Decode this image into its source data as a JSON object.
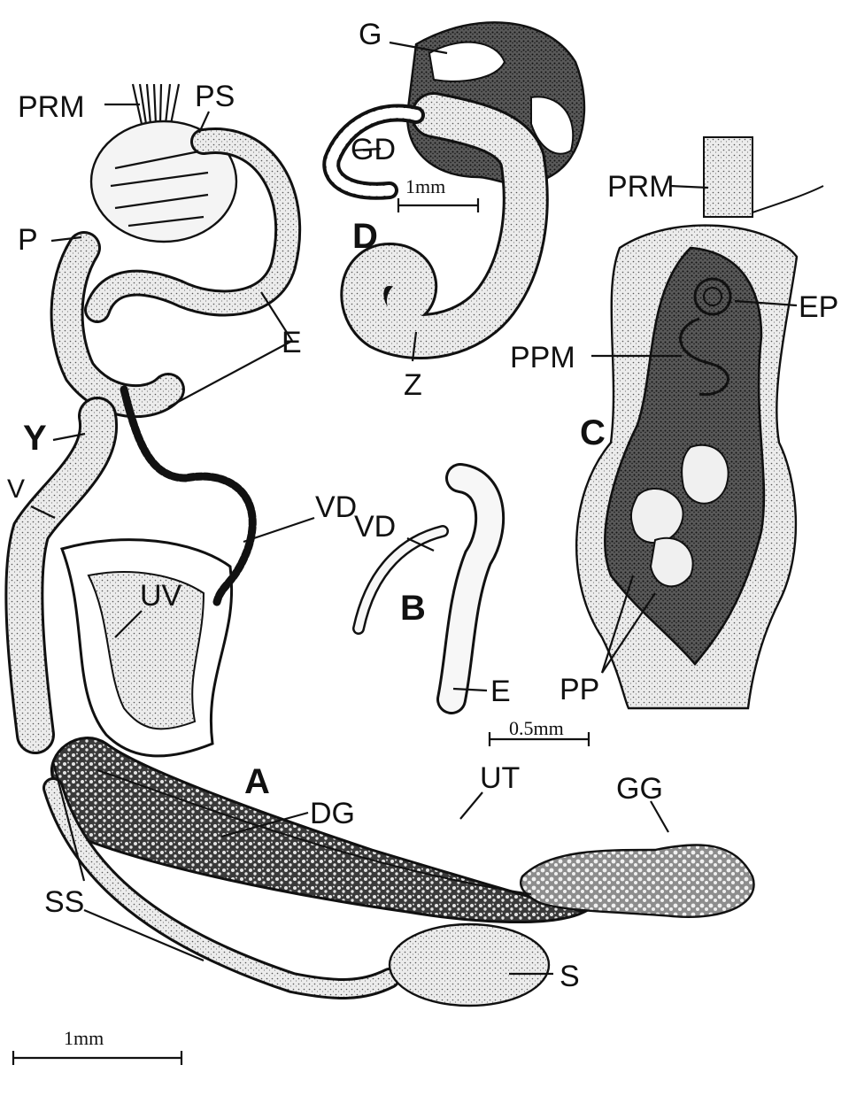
{
  "panels": {
    "A": "A",
    "B": "B",
    "C": "C",
    "D": "D"
  },
  "labels": {
    "PRM_A": "PRM",
    "PS": "PS",
    "P": "P",
    "E_A": "E",
    "Y": "Y",
    "V": "V",
    "VD_A": "VD",
    "UV": "UV",
    "DG": "DG",
    "UT": "UT",
    "GG": "GG",
    "SS": "SS",
    "S": "S",
    "VD_B": "VD",
    "E_B": "E",
    "G": "G",
    "GD": "GD",
    "Z": "Z",
    "PRM_C": "PRM",
    "EP": "EP",
    "PPM": "PPM",
    "PP": "PP"
  },
  "scale_bars": {
    "A": "1mm",
    "C": "0.5mm",
    "D": "1mm"
  },
  "colors": {
    "ink": "#111111",
    "light_stipple": "#d9d9d9",
    "mid_stipple": "#a8a8a8",
    "dark_stipple": "#4a4a4a",
    "paper": "#ffffff"
  }
}
